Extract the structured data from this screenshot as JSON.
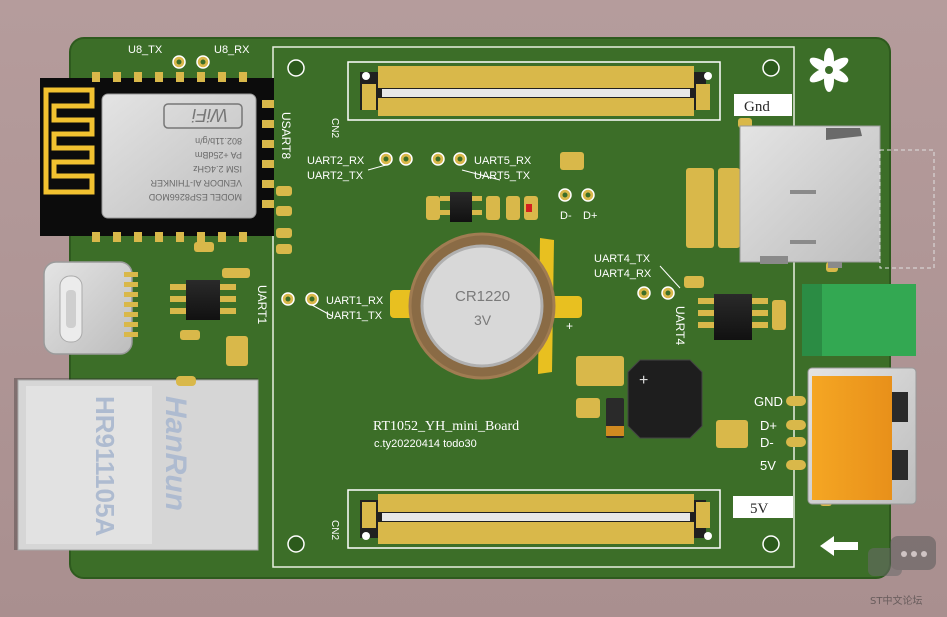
{
  "colors": {
    "background": "#b29a9a",
    "pcb": "#3c6e28",
    "pcb_edge": "#2e5a1e",
    "silkscreen": "#ffffff",
    "copper": "#d9b84a",
    "shell": "#d0d0d0",
    "header_green": "#33a852",
    "usb_orange": "#f5a020",
    "buzzer": "#1e1e1e"
  },
  "labels": {
    "u8_tx": "U8_TX",
    "u8_rx": "U8_RX",
    "usart8": "USART8",
    "uart2_rx": "UART2_RX",
    "uart2_tx": "UART2_TX",
    "uart5_rx": "UART5_RX",
    "uart5_tx": "UART5_TX",
    "uart1_rx": "UART1_RX",
    "uart1_tx": "UART1_TX",
    "uart1": "UART1",
    "uart4_tx": "UART4_TX",
    "uart4_rx": "UART4_RX",
    "uart4": "UART4",
    "d_minus": "D-",
    "d_plus": "D+",
    "gnd_box": "Gnd",
    "five_v_box": "5V",
    "usb_gnd": "GND",
    "usb_dp": "D+",
    "usb_dm": "D-",
    "usb_5v": "5V",
    "cn2_top": "CN2",
    "cn2_bottom": "CN2"
  },
  "board": {
    "name": "RT1052_YH_mini_Board",
    "credit": "c.ty20220414 todo30"
  },
  "battery": {
    "model": "CR1220",
    "voltage": "3V",
    "plus": "+"
  },
  "buzzer": {
    "plus": "+"
  },
  "wifi_module": {
    "line1": "MODEL ESP8266MOD",
    "line2": "VENDOR AI-THINKER",
    "line3": "ISM 2.4GHz",
    "line4": "PA +25dBm",
    "line5": "802.11b/g/n",
    "badge": "WiFi"
  },
  "ethernet": {
    "brand": "HanRun",
    "part": "HR911105A"
  },
  "watermark": {
    "text": "ST中文论坛"
  }
}
